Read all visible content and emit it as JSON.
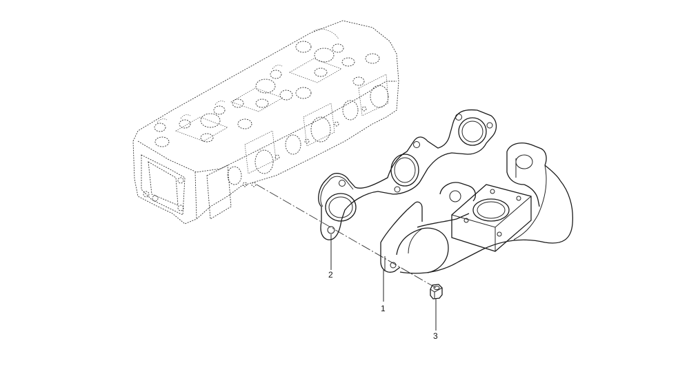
{
  "callouts": [
    {
      "id": "1",
      "label": "1"
    },
    {
      "id": "2",
      "label": "2"
    },
    {
      "id": "3",
      "label": "3"
    }
  ],
  "colors": {
    "line": "#222222",
    "background": "#ffffff"
  }
}
